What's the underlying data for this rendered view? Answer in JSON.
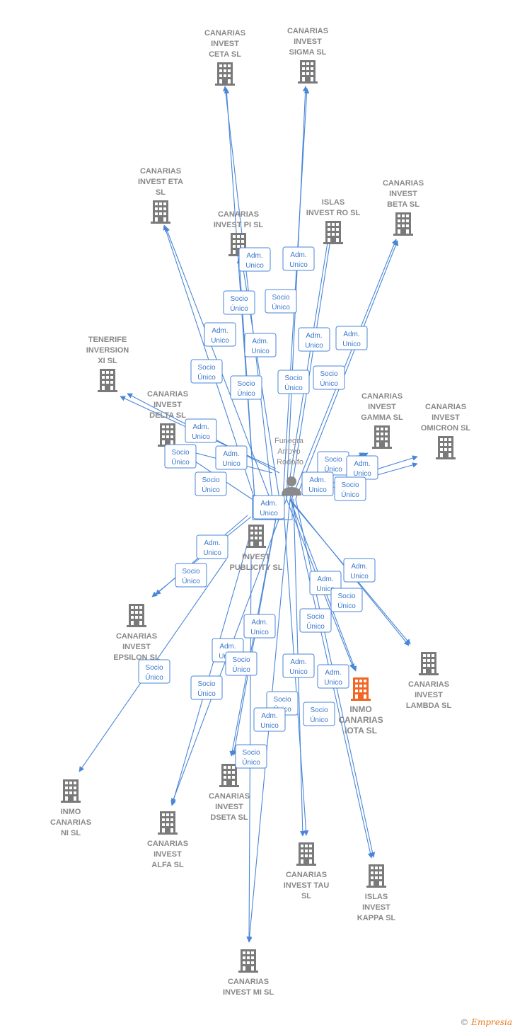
{
  "person": {
    "name_lines": [
      "Funegra",
      "Arroyo",
      "Rodolfo"
    ]
  },
  "companies": [
    {
      "id": "ceta",
      "lines": [
        "CANARIAS",
        "INVEST",
        "CETA  SL"
      ]
    },
    {
      "id": "sigma",
      "lines": [
        "CANARIAS",
        "INVEST",
        "SIGMA  SL"
      ]
    },
    {
      "id": "eta",
      "lines": [
        "CANARIAS",
        "INVEST ETA",
        "SL"
      ]
    },
    {
      "id": "pi",
      "lines": [
        "CANARIAS",
        "INVEST PI  SL"
      ]
    },
    {
      "id": "ro",
      "lines": [
        "ISLAS",
        "INVEST RO  SL"
      ]
    },
    {
      "id": "beta",
      "lines": [
        "CANARIAS",
        "INVEST",
        "BETA  SL"
      ]
    },
    {
      "id": "tenerife",
      "lines": [
        "TENERIFE",
        "INVERSION",
        "XI  SL"
      ]
    },
    {
      "id": "delta",
      "lines": [
        "CANARIAS",
        "INVEST",
        "DELTA  SL"
      ]
    },
    {
      "id": "gamma",
      "lines": [
        "CANARIAS",
        "INVEST",
        "GAMMA  SL"
      ]
    },
    {
      "id": "omicron",
      "lines": [
        "CANARIAS",
        "INVEST",
        "OMICRON  SL"
      ]
    },
    {
      "id": "publicity",
      "lines": [
        "INVEST",
        "PUBLICITY  SL"
      ]
    },
    {
      "id": "epsilon",
      "lines": [
        "CANARIAS",
        "INVEST",
        "EPSILON  SL"
      ]
    },
    {
      "id": "lambda",
      "lines": [
        "CANARIAS",
        "INVEST",
        "LAMBDA  SL"
      ]
    },
    {
      "id": "iota",
      "lines": [
        "INMO",
        "CANARIAS",
        "IOTA  SL"
      ],
      "highlight": true
    },
    {
      "id": "ni",
      "lines": [
        "INMO",
        "CANARIAS",
        "NI  SL"
      ]
    },
    {
      "id": "dseta",
      "lines": [
        "CANARIAS",
        "INVEST",
        "DSETA  SL"
      ]
    },
    {
      "id": "alfa",
      "lines": [
        "CANARIAS",
        "INVEST",
        "ALFA  SL"
      ]
    },
    {
      "id": "tau",
      "lines": [
        "CANARIAS",
        "INVEST TAU",
        "SL"
      ]
    },
    {
      "id": "kappa",
      "lines": [
        "ISLAS",
        "INVEST",
        "KAPPA  SL"
      ]
    },
    {
      "id": "mi",
      "lines": [
        "CANARIAS",
        "INVEST MI  SL"
      ]
    }
  ],
  "relation_labels": {
    "adm": [
      "Adm.",
      "Unico"
    ],
    "socio": [
      "Socio",
      "Único"
    ]
  },
  "colors": {
    "edge": "#4a86d8",
    "building": "#7a7a7a",
    "building_highlight": "#f26522",
    "label": "#888888"
  },
  "footer": {
    "copyright": "©",
    "brand": "Empresia"
  }
}
